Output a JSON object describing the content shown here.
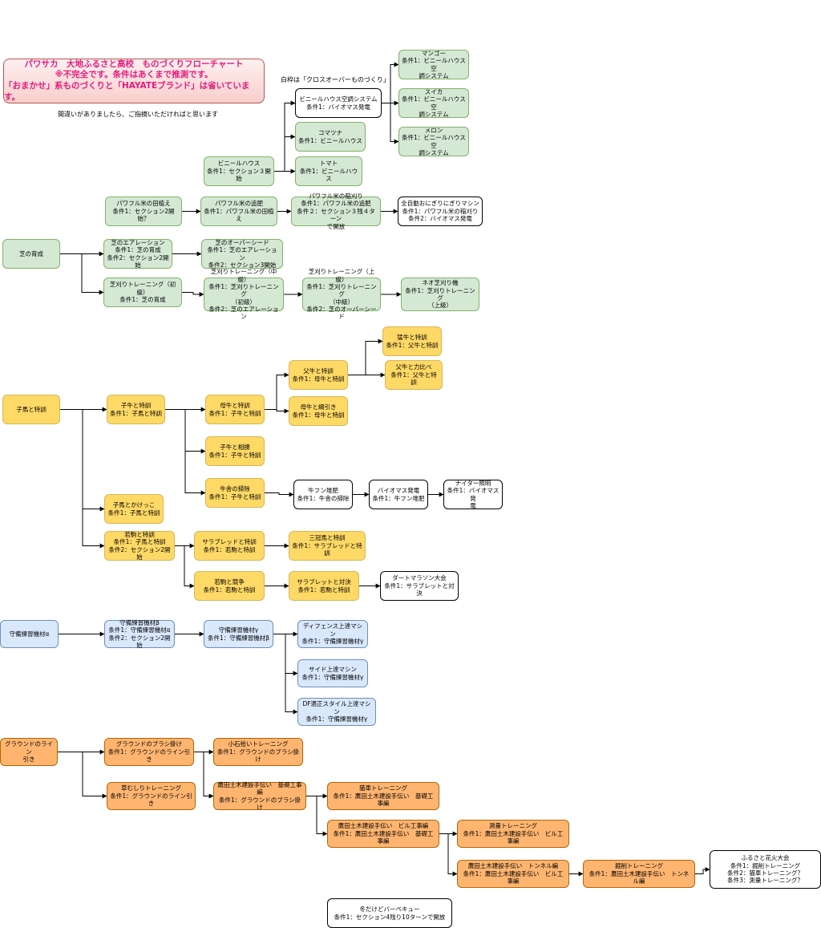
{
  "header": {
    "title_lines": [
      "パワサカ　大地ふるさと高校　ものづくりフローチャート",
      "※不完全です。条件はあくまで推測です。",
      "「おまかせ」系ものづくりと「HAYATEブランド」は省いています。"
    ],
    "note_errors": "間違いがありましたら、ご指摘いただければと思います",
    "note_whiteframe": "白枠は「クロスオーバーものづくり」"
  },
  "nodes": [
    {
      "id": "mango",
      "color": "green",
      "text": "マンゴー\n条件1：ビニールハウス空\n調システム"
    },
    {
      "id": "suika",
      "color": "green",
      "text": "スイカ\n条件1：ビニールハウス空\n調システム"
    },
    {
      "id": "melon",
      "color": "green",
      "text": "メロン\n条件1：ビニールハウス空\n調システム"
    },
    {
      "id": "vh_aircon",
      "color": "white",
      "text": "ビニールハウス空調システム\n条件1：バイオマス発電"
    },
    {
      "id": "komatsuna",
      "color": "green",
      "text": "コマツナ\n条件1：ビニールハウス"
    },
    {
      "id": "tomato",
      "color": "green",
      "text": "トマト\n条件1：ビニールハウス"
    },
    {
      "id": "vh",
      "color": "green",
      "text": "ビニールハウス\n条件1：セクション３開始"
    },
    {
      "id": "rice1",
      "color": "green",
      "text": "パワフル米の田植え\n条件1：セクション2開始？"
    },
    {
      "id": "rice2",
      "color": "green",
      "text": "パワフル米の追肥\n条件1：パワフル米の田植え"
    },
    {
      "id": "rice3",
      "color": "green",
      "text": "パワフル米の稲刈り\n条件1：パワフル米の追肥\n条件２：セクション３残４ターン\nで開放"
    },
    {
      "id": "onigiri",
      "color": "white",
      "text": "全自動おにぎりにぎりマシン\n条件1：パワフル米の稲刈り\n条件2：バイオマス発電"
    },
    {
      "id": "turf",
      "color": "green",
      "text": "芝の育成"
    },
    {
      "id": "aer",
      "color": "green",
      "text": "芝のエアレーション\n条件1：芝の育成\n条件2：セクション2開始"
    },
    {
      "id": "overseed",
      "color": "green",
      "text": "芝のオーバーシード\n条件1：芝のエアレーション\n条件2：セクション3開始"
    },
    {
      "id": "mow1",
      "color": "green",
      "text": "芝刈りトレーニング（初級）\n条件1：芝の育成"
    },
    {
      "id": "mow2",
      "color": "green",
      "text": "芝刈りトレーニング（中級）\n条件1：芝刈りトレーニング\n（初級）\n条件2：芝のエアレーション"
    },
    {
      "id": "mow3",
      "color": "green",
      "text": "芝刈りトレーニング（上級）\n条件1：芝刈りトレーニング\n（中級）\n条件2：芝のオーバーシード"
    },
    {
      "id": "neo",
      "color": "green",
      "text": "ネオ芝刈り機\n条件1：芝刈りトレーニング\n（上級）"
    },
    {
      "id": "kouma",
      "color": "yellow",
      "text": "子馬と特訓"
    },
    {
      "id": "koushi",
      "color": "yellow",
      "text": "子牛と特訓\n条件1：子馬と特訓"
    },
    {
      "id": "haha",
      "color": "yellow",
      "text": "母牛と特訓\n条件1：子牛と特訓"
    },
    {
      "id": "chichi",
      "color": "yellow",
      "text": "父牛と特訓\n条件1：母牛と特訓"
    },
    {
      "id": "mougyu",
      "color": "yellow",
      "text": "猛牛と特訓\n条件1：父牛と特訓"
    },
    {
      "id": "chikara",
      "color": "yellow",
      "text": "父牛と力比べ\n条件1：父牛と特訓"
    },
    {
      "id": "tsuna",
      "color": "yellow",
      "text": "母牛と綱引き\n条件1：母牛と特訓"
    },
    {
      "id": "sumo",
      "color": "yellow",
      "text": "子牛と相撲\n条件1：子牛と特訓"
    },
    {
      "id": "gyusha",
      "color": "yellow",
      "text": "牛舎の掃除\n条件1：子牛と特訓"
    },
    {
      "id": "funhi",
      "color": "white",
      "text": "牛フン堆肥\n条件1：牛舎の掃除"
    },
    {
      "id": "biomass",
      "color": "white",
      "text": "バイオマス発電\n条件1：牛フン堆肥"
    },
    {
      "id": "nighter",
      "color": "white",
      "text": "ナイター照明\n条件1：バイオマス発\n電"
    },
    {
      "id": "kakekko",
      "color": "yellow",
      "text": "子馬とかけっこ\n条件1：子馬と特訓"
    },
    {
      "id": "wakakoma",
      "color": "yellow",
      "text": "若駒と特訓\n条件1：子馬と特訓\n条件2：セクション2開始"
    },
    {
      "id": "sara",
      "color": "yellow",
      "text": "サラブレッドと特訓\n条件1：若駒と特訓"
    },
    {
      "id": "sankan",
      "color": "yellow",
      "text": "三冠馬と特訓\n条件1：サラブレッドと特訓"
    },
    {
      "id": "kyoso",
      "color": "yellow",
      "text": "若駒と競争\n条件1：若駒と特訓"
    },
    {
      "id": "taiketsu",
      "color": "yellow",
      "text": "サラブレットと対決\n条件1：若駒と特訓"
    },
    {
      "id": "dirt",
      "color": "white",
      "text": "ダートマラソン大会\n条件1：サラブレットと対決"
    },
    {
      "id": "ga",
      "color": "blue",
      "text": "守備練習機材α"
    },
    {
      "id": "gb",
      "color": "blue",
      "text": "守備練習機材β\n条件1：守備練習機材α\n条件2：セクション2開始"
    },
    {
      "id": "gg",
      "color": "blue",
      "text": "守備練習機材γ\n条件1：守備練習機材β"
    },
    {
      "id": "def",
      "color": "blue",
      "text": "ディフェンス上達マシン\n条件1：守備練習機材γ"
    },
    {
      "id": "side",
      "color": "blue",
      "text": "サイド上達マシン\n条件1：守備練習機材γ"
    },
    {
      "id": "df",
      "color": "blue",
      "text": "DF適正スタイル上達マシン\n条件1：守備練習機材γ"
    },
    {
      "id": "line",
      "color": "orange",
      "text": "グラウンドのライン\n引き"
    },
    {
      "id": "brush",
      "color": "orange",
      "text": "グラウンドのブラシ掛け\n条件1：グラウンドのライン引き"
    },
    {
      "id": "pebble",
      "color": "orange",
      "text": "小石拾いトレーニング\n条件1：グラウンドのブラシ掛け"
    },
    {
      "id": "weed",
      "color": "orange",
      "text": "草むしりトレーニング\n条件1：グラウンドのライン引き"
    },
    {
      "id": "kiso",
      "color": "orange",
      "text": "鷹田土木建設手伝い　基礎工事編\n条件1：グラウンドのブラシ掛け"
    },
    {
      "id": "neko",
      "color": "orange",
      "text": "猫車トレーニング\n条件1：鷹田土木建設手伝い　基礎工事編"
    },
    {
      "id": "biru",
      "color": "orange",
      "text": "鷹田土木建設手伝い　ビル工事編\n条件1：鷹田土木建設手伝い　基礎工事編"
    },
    {
      "id": "sokuryo",
      "color": "orange",
      "text": "測量トレーニング\n条件1：鷹田土木建設手伝い　ビル工事編"
    },
    {
      "id": "tunnel",
      "color": "orange",
      "text": "鷹田土木建設手伝い　トンネル編\n条件1：鷹田土木建設手伝い　ビル工事編"
    },
    {
      "id": "kussaku",
      "color": "orange",
      "text": "掘削トレーニング\n条件1：鷹田土木建設手伝い　トンネル編"
    },
    {
      "id": "hanabi",
      "color": "white",
      "text": "ふるさと花火大会\n条件1：掘削トレーニング\n条件2：猫車トレーニング？\n条件3：測量トレーニング？"
    },
    {
      "id": "bbq",
      "color": "white",
      "text": "冬だけどバーベキュー\n条件1：セクション4残り10ターンで開放"
    }
  ],
  "edges": [
    [
      "vh",
      "vh_aircon"
    ],
    [
      "vh",
      "komatsuna"
    ],
    [
      "vh",
      "tomato"
    ],
    [
      "vh_aircon",
      "mango"
    ],
    [
      "vh_aircon",
      "suika"
    ],
    [
      "vh_aircon",
      "melon"
    ],
    [
      "rice1",
      "rice2"
    ],
    [
      "rice2",
      "rice3"
    ],
    [
      "rice3",
      "onigiri"
    ],
    [
      "turf",
      "aer"
    ],
    [
      "turf",
      "mow1"
    ],
    [
      "aer",
      "overseed"
    ],
    [
      "mow1",
      "mow2"
    ],
    [
      "mow2",
      "mow3"
    ],
    [
      "mow3",
      "neo"
    ],
    [
      "kouma",
      "koushi"
    ],
    [
      "kouma",
      "kakekko"
    ],
    [
      "kouma",
      "wakakoma"
    ],
    [
      "koushi",
      "haha"
    ],
    [
      "koushi",
      "sumo"
    ],
    [
      "koushi",
      "gyusha"
    ],
    [
      "haha",
      "chichi"
    ],
    [
      "haha",
      "tsuna"
    ],
    [
      "chichi",
      "mougyu"
    ],
    [
      "chichi",
      "chikara"
    ],
    [
      "gyusha",
      "funhi"
    ],
    [
      "funhi",
      "biomass"
    ],
    [
      "biomass",
      "nighter"
    ],
    [
      "wakakoma",
      "sara"
    ],
    [
      "wakakoma",
      "kyoso"
    ],
    [
      "sara",
      "sankan"
    ],
    [
      "kyoso",
      "taiketsu"
    ],
    [
      "taiketsu",
      "dirt"
    ],
    [
      "ga",
      "gb"
    ],
    [
      "gb",
      "gg"
    ],
    [
      "gg",
      "def"
    ],
    [
      "gg",
      "side"
    ],
    [
      "gg",
      "df"
    ],
    [
      "line",
      "brush"
    ],
    [
      "line",
      "weed"
    ],
    [
      "brush",
      "pebble"
    ],
    [
      "brush",
      "kiso"
    ],
    [
      "kiso",
      "neko"
    ],
    [
      "kiso",
      "biru"
    ],
    [
      "biru",
      "sokuryo"
    ],
    [
      "biru",
      "tunnel"
    ],
    [
      "tunnel",
      "kussaku"
    ],
    [
      "kussaku",
      "hanabi"
    ]
  ]
}
